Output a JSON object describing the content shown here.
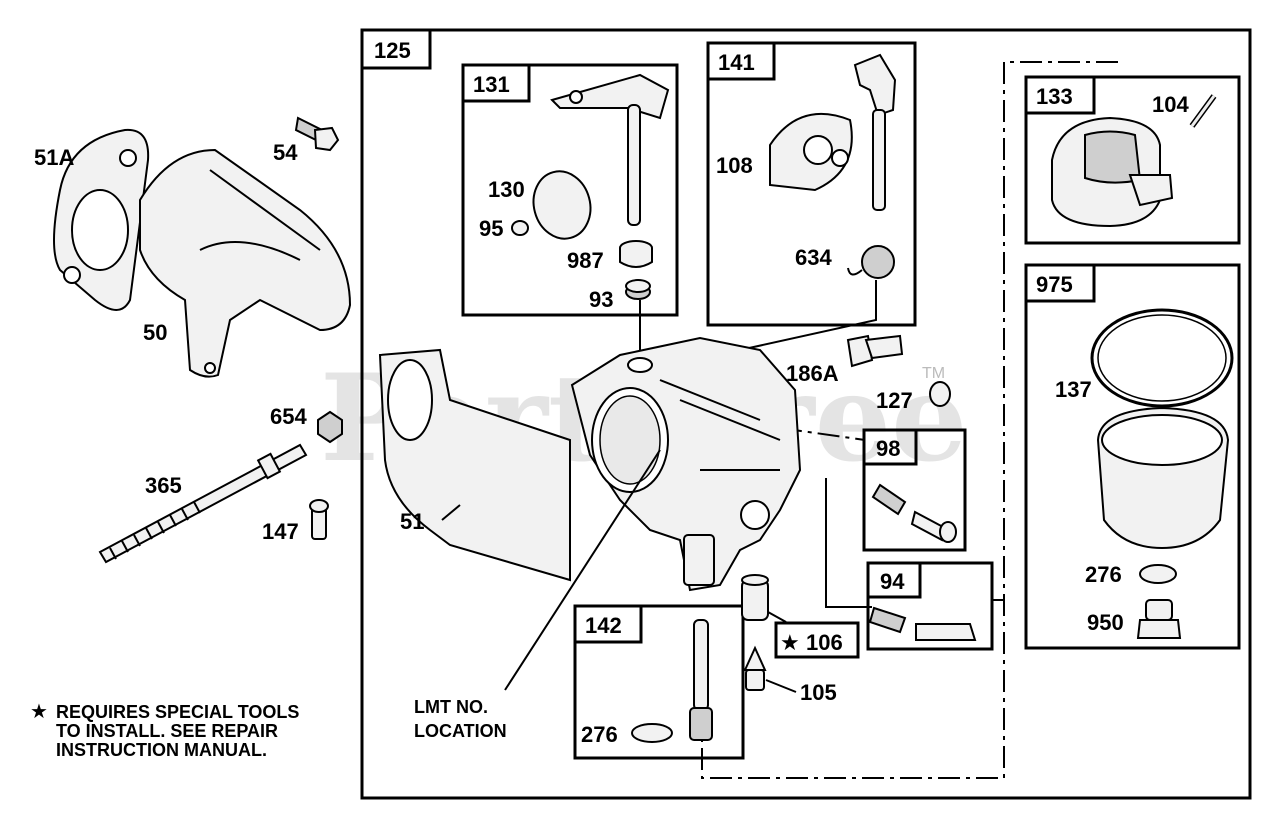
{
  "watermark": "PartsTree",
  "trademark": "TM",
  "main_box": "125",
  "boxes": {
    "b131": "131",
    "b141": "141",
    "b133": "133",
    "b975": "975",
    "b98": "98",
    "b94": "94",
    "b142": "142"
  },
  "labels": {
    "p51a": "51A",
    "p54": "54",
    "p50": "50",
    "p654": "654",
    "p365": "365",
    "p147": "147",
    "p51": "51",
    "p130": "130",
    "p95": "95",
    "p987": "987",
    "p93": "93",
    "p108": "108",
    "p634": "634",
    "p104": "104",
    "p186a": "186A",
    "p127": "127",
    "p137": "137",
    "p276a": "276",
    "p950": "950",
    "p106": "106",
    "p105": "105",
    "p276b": "276"
  },
  "star_symbol": "★",
  "lmt_note": [
    "LMT NO.",
    "LOCATION"
  ],
  "footnote": [
    "REQUIRES SPECIAL TOOLS",
    "TO INSTALL.  SEE REPAIR",
    "INSTRUCTION MANUAL."
  ]
}
